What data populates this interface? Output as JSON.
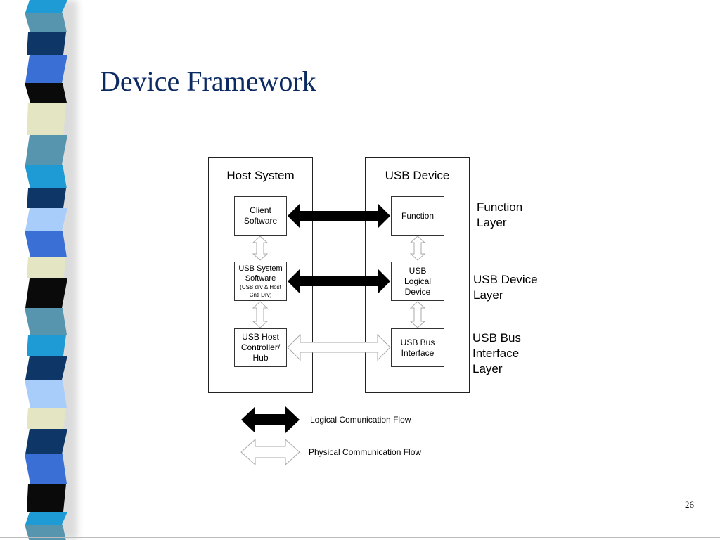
{
  "slide": {
    "title": "Device Framework",
    "page_number": "26"
  },
  "colors": {
    "title": "#0b2a62",
    "stripe_palette": [
      "#1e9bd4",
      "#5794ad",
      "#0e3666",
      "#3a70d6",
      "#0a0a0a",
      "#e4e6c3",
      "#a9cdfb"
    ]
  },
  "host_system": {
    "title": "Host System",
    "client_software": {
      "line1": "Client",
      "line2": "Software"
    },
    "usb_system_software": {
      "line1": "USB System",
      "line2": "Software",
      "line3": "(USB drv & Host",
      "line4": "Cntl Drv)"
    },
    "usb_host_controller": {
      "line1": "USB Host",
      "line2": "Controller/",
      "line3": "Hub"
    }
  },
  "usb_device": {
    "title": "USB Device",
    "function": {
      "line1": "Function"
    },
    "usb_logical_device": {
      "line1": "USB",
      "line2": "Logical",
      "line3": "Device"
    },
    "usb_bus_interface": {
      "line1": "USB Bus",
      "line2": "Interface"
    }
  },
  "layers": {
    "function_layer": {
      "line1": "Function",
      "line2": "Layer"
    },
    "usb_device_layer": {
      "line1": "USB Device",
      "line2": "Layer"
    },
    "usb_bus_interface_layer": {
      "line1": "USB Bus",
      "line2": "Interface",
      "line3": "Layer"
    }
  },
  "legend": {
    "logical": "Logical Comunication Flow",
    "physical": "Physical Communication Flow"
  }
}
